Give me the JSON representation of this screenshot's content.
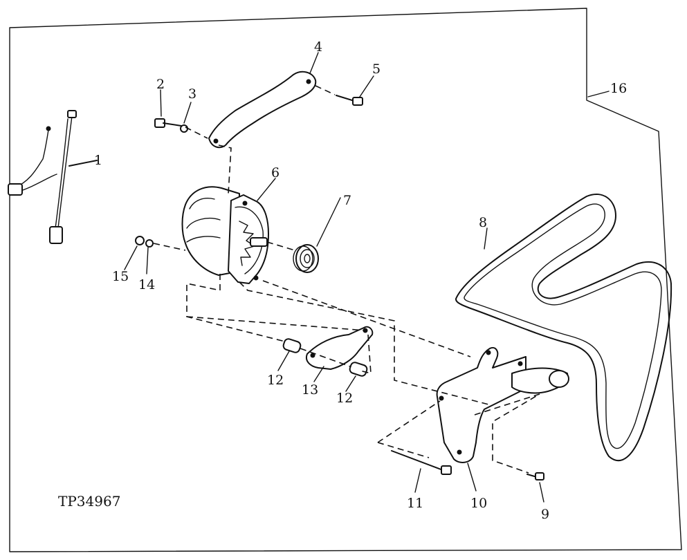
{
  "figure_id": "TP34967",
  "callouts": {
    "c1": "1",
    "c2": "2",
    "c3": "3",
    "c4": "4",
    "c5": "5",
    "c6": "6",
    "c7": "7",
    "c8": "8",
    "c9": "9",
    "c10": "10",
    "c11": "11",
    "c12a": "12",
    "c12b": "12",
    "c13": "13",
    "c14": "14",
    "c15": "15",
    "c16": "16"
  }
}
